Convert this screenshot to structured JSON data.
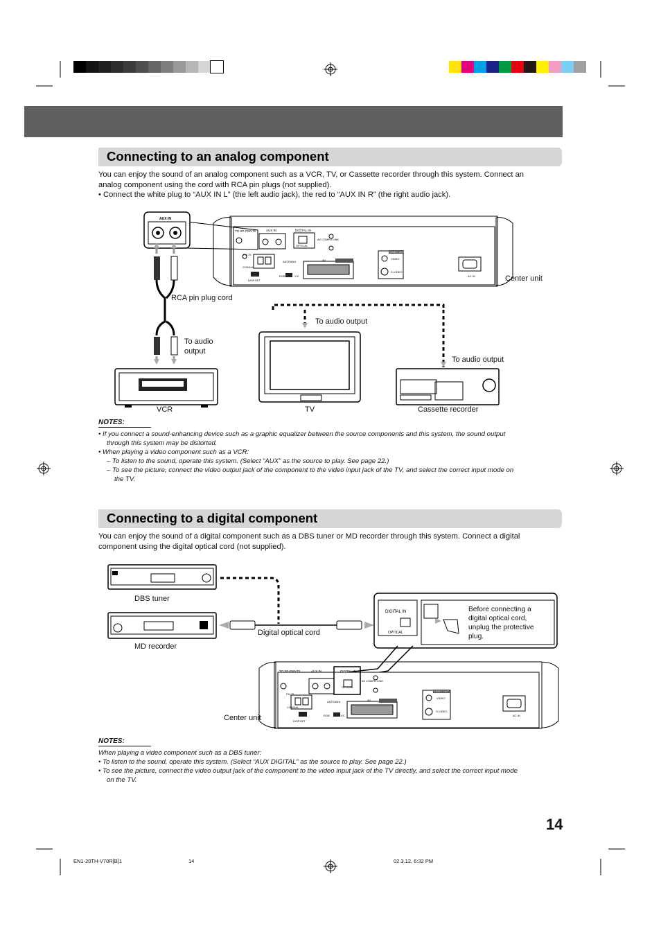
{
  "page_number": "14",
  "colors": {
    "gray_swatches": [
      "#000000",
      "#141414",
      "#202020",
      "#2c2c2c",
      "#3c3c3c",
      "#4f4f4f",
      "#656565",
      "#7e7e7e",
      "#999999",
      "#b6b6b6",
      "#d6d6d6",
      "#ffffff"
    ],
    "color_swatches": [
      "#ffe400",
      "#e6007e",
      "#00a0e9",
      "#1d2088",
      "#009944",
      "#e60012",
      "#231815",
      "#fff100",
      "#f19ec2",
      "#7ecef4",
      "#9fa0a0"
    ],
    "header_band": "#5f5f5f",
    "section_bar": "#d6d6d6"
  },
  "analog": {
    "title": "Connecting to an analog component",
    "intro_line1": "You can enjoy the sound of an analog component such as a VCR, TV, or Cassette recorder through this system. Connect an",
    "intro_line2": "analog component using the cord with RCA pin plugs (not supplied).",
    "bullet": "• Connect the white plug to “AUX IN L” (the left audio jack), the red to “AUX IN R” (the right audio jack).",
    "labels": {
      "center_unit": "Center unit",
      "rca_cord": "RCA pin plug cord",
      "to_audio_output_tv": "To audio output",
      "to_audio_vcr_1": "To audio",
      "to_audio_vcr_2": "output",
      "to_audio_output_cassette": "To audio output",
      "vcr": "VCR",
      "tv": "TV",
      "cassette": "Cassette recorder",
      "aux_in": "AUX IN"
    },
    "notes_title": "NOTES:",
    "notes": [
      "•   If you connect a sound-enhancing device such as a graphic equalizer between the source components and this system, the sound output",
      "through this system may be distorted.",
      "•   When playing a video component such as a VCR:",
      "–   To listen to the sound, operate this system. (Select “AUX” as the source to play. See page 22.)",
      "–   To see the picture, connect the video output jack of the component to the video input jack of the TV, and select the correct input mode on",
      "the TV."
    ]
  },
  "digital": {
    "title": "Connecting to a digital component",
    "intro_line1": "You can enjoy the sound of a digital component such as a DBS tuner or MD recorder through this system. Connect a digital",
    "intro_line2": "component using the digital optical cord (not supplied).",
    "labels": {
      "dbs_tuner": "DBS tuner",
      "md_recorder": "MD recorder",
      "digital_optical_cord": "Digital optical cord",
      "center_unit": "Center unit",
      "digital_in": "DIGITAL IN",
      "optical": "OPTICAL",
      "before_1": "Before connecting a",
      "before_2": "digital optical cord,",
      "before_3": "unplug the protective",
      "before_4": "plug."
    },
    "notes_title": "NOTES:",
    "notes": [
      "When playing a video component such as a DBS tuner:",
      "•   To listen to the sound, operate this system. (Select “AUX DIGITAL” as the source to play. See page 22.)",
      "•   To see the picture, connect the video output jack of the component to the video input jack of the TV directly, and select the correct input mode",
      "on the TV."
    ]
  },
  "panel": {
    "to_sp": "TO SP-PWV70",
    "aux_in": "AUX IN",
    "digital_in": "DIGITAL IN",
    "optical": "OPTICAL",
    "av_compu_link": "AV COMPU LINK",
    "fm": "FM 75",
    "coaxial": "COAXIAL",
    "am_loop": "AM LOOP",
    "antenna": "ANTENNA",
    "av": "AV",
    "av_out": "AV OUT",
    "video_out": "VIDEO OUT",
    "video": "VIDEO",
    "s_video": "S-VIDEO",
    "ac_in": "AC IN",
    "disp_set": "DISP.SET",
    "rgb": "RGB",
    "yc": "Y/C"
  },
  "footer": {
    "file": "EN1-20TH-V70R[B]1",
    "page": "14",
    "date": "02.3.12, 6:32 PM"
  }
}
